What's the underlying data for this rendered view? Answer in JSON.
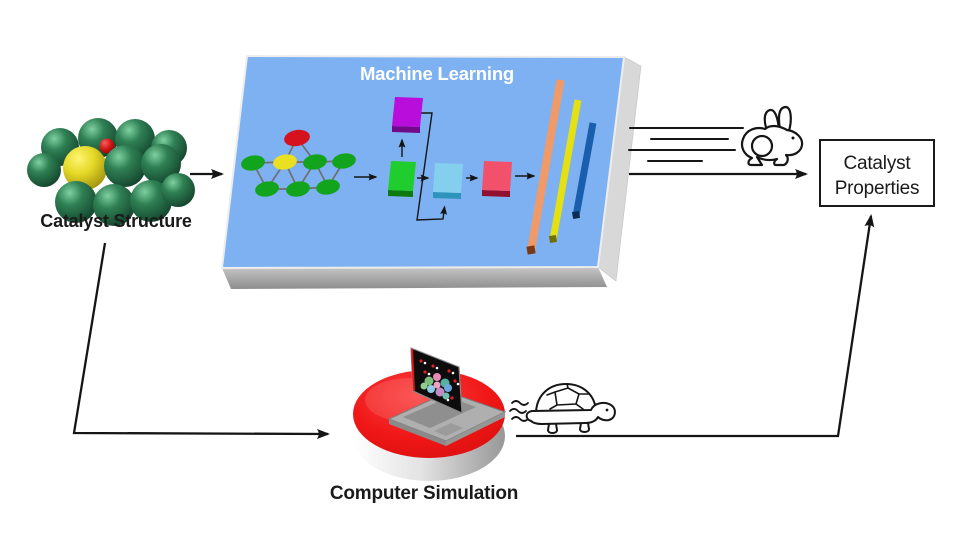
{
  "figure": {
    "catalyst_structure": {
      "label": "Catalyst Structure"
    },
    "machine_learning": {
      "label": "Machine Learning"
    },
    "catalyst_properties": {
      "line1": "Catalyst",
      "line2": "Properties"
    },
    "computer_simulation": {
      "label": "Computer Simulation"
    },
    "icons": {
      "fast": "rabbit",
      "slow": "turtle"
    }
  },
  "colors": {
    "platform_blue": "#7EB1F2",
    "platform_front_gray": "#A6A6A6",
    "platform_side_gray": "#D8D8D8",
    "disc_red": "#F01616",
    "block_purple": "#B80DDB",
    "block_green": "#1FCE2E",
    "block_cyan": "#85CFEE",
    "block_pink": "#F2516C",
    "bar_orange": "#F09A6A",
    "bar_yellow": "#E3E014",
    "bar_blue": "#1A5FAE",
    "node_green": "#12A41D",
    "node_yellow": "#E8E020",
    "node_red": "#D5121E",
    "sphere_green": "#1E5C3D",
    "sphere_yellow": "#D8CE1B",
    "sphere_red": "#C90E0E",
    "line_black": "#151515",
    "text_black": "#1A1A1A",
    "text_white": "#FFFFFF"
  }
}
